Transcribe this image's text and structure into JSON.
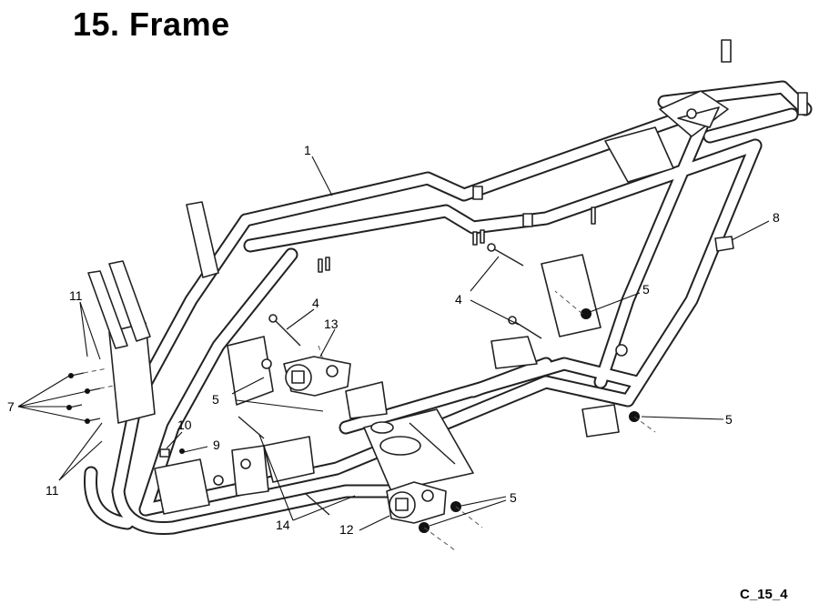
{
  "title": "15. Frame",
  "figure_code": "C_15_4",
  "callouts": {
    "c1": "1",
    "c4a": "4",
    "c4b": "4",
    "c5a": "5",
    "c5b": "5",
    "c5c": "5",
    "c5d": "5",
    "c7": "7",
    "c8": "8",
    "c9": "9",
    "c10": "10",
    "c11a": "11",
    "c11b": "11",
    "c12": "12",
    "c13": "13",
    "c14": "14"
  }
}
